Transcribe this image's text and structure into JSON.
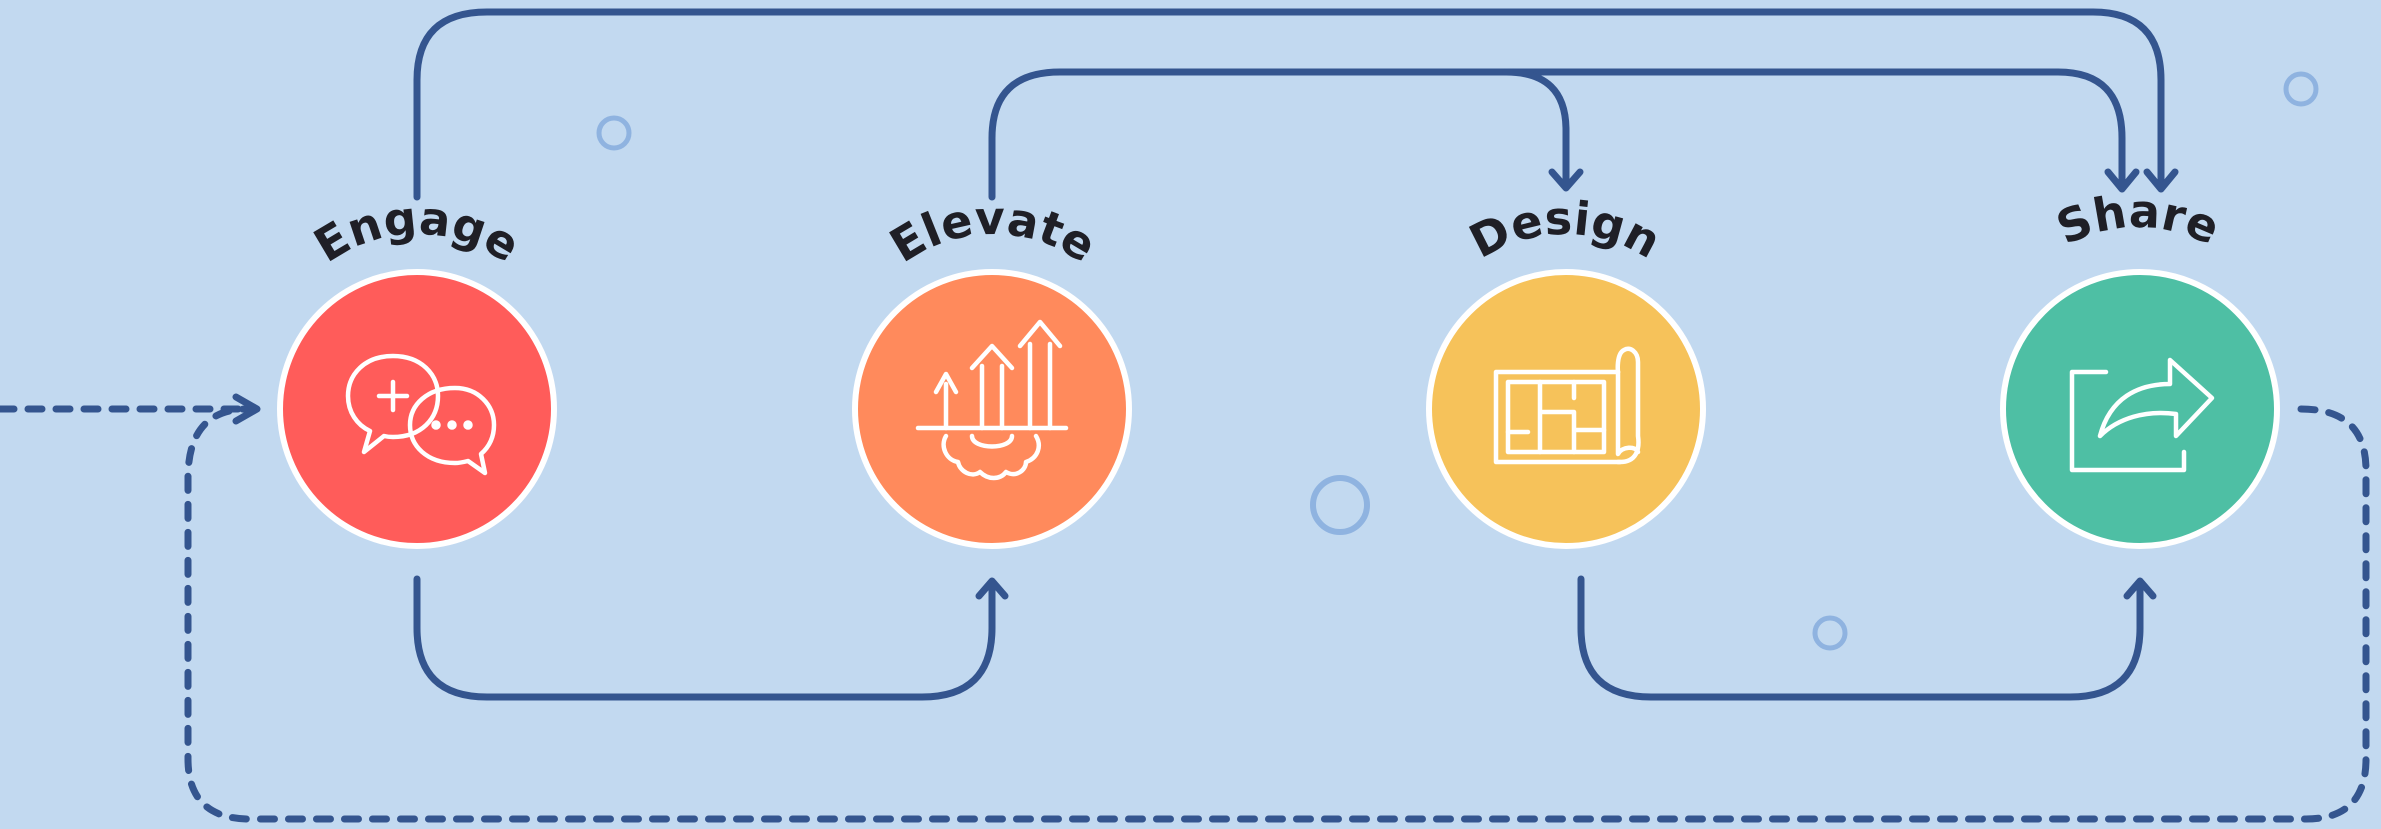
{
  "colors": {
    "background": "#c2d9f0",
    "connector": "#34558f",
    "decoration": "#8fb3e0",
    "label": "#1f1f26",
    "engage": "#ff5c5a",
    "elevate": "#ff8a5c",
    "design": "#f6c25a",
    "share": "#4ebfa4"
  },
  "steps": [
    {
      "label": "Engage",
      "icon": "chat-bubbles-icon"
    },
    {
      "label": "Elevate",
      "icon": "arrows-up-gear-icon"
    },
    {
      "label": "Design",
      "icon": "blueprint-icon"
    },
    {
      "label": "Share",
      "icon": "share-arrow-icon"
    }
  ]
}
